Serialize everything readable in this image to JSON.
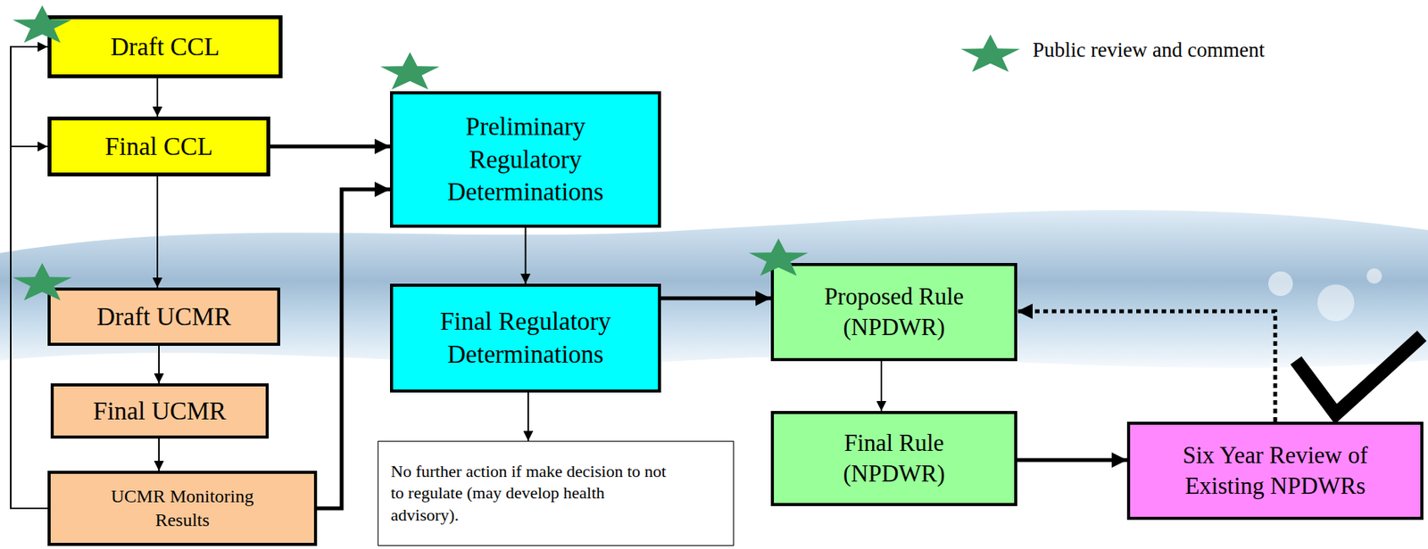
{
  "diagram": {
    "nodes": [
      {
        "text": [
          "Draft CCL"
        ]
      },
      {
        "text": [
          "Final  CCL"
        ]
      },
      {
        "text": [
          "Draft UCMR"
        ]
      },
      {
        "text": [
          "Final UCMR"
        ]
      },
      {
        "text": [
          "UCMR Monitoring Results"
        ]
      },
      {
        "text": [
          "Preliminary Regulatory Determinations"
        ]
      },
      {
        "text": [
          "Final Regulatory Determinations"
        ]
      },
      {
        "text": [
          "No further action if make decision to not to regulate (may develop health advisory)."
        ]
      },
      {
        "text": [
          "Proposed Rule (NPDWR)"
        ]
      },
      {
        "text": [
          "Final Rule (NPDWR)"
        ]
      },
      {
        "text": [
          "Six Year Review of Existing NPDWRs"
        ]
      }
    ],
    "edges": [
      {
        "from": 0,
        "to": 1,
        "arrow": "to"
      },
      {
        "from": 1,
        "to": 2,
        "arrow": "to"
      },
      {
        "from": 2,
        "to": 3,
        "arrow": "to"
      },
      {
        "from": 3,
        "to": 4,
        "arrow": "to"
      },
      {
        "from": 4,
        "to": 0,
        "arrow": "to"
      },
      {
        "from": 4,
        "to": 1,
        "arrow": "to"
      },
      {
        "from": 1,
        "to": 5,
        "arrow": "to"
      },
      {
        "from": 4,
        "to": 5,
        "arrow": "to"
      },
      {
        "from": 5,
        "to": 6,
        "arrow": "to"
      },
      {
        "from": 6,
        "to": 7,
        "arrow": "to"
      },
      {
        "from": 6,
        "to": 8,
        "arrow": "to"
      },
      {
        "from": 8,
        "to": 9,
        "arrow": "to"
      },
      {
        "from": 9,
        "to": 10,
        "arrow": "to"
      },
      {
        "from": 10,
        "to": 8,
        "arrow": "to"
      }
    ],
    "legend": [
      {
        "text": "Public review and comment"
      }
    ]
  }
}
